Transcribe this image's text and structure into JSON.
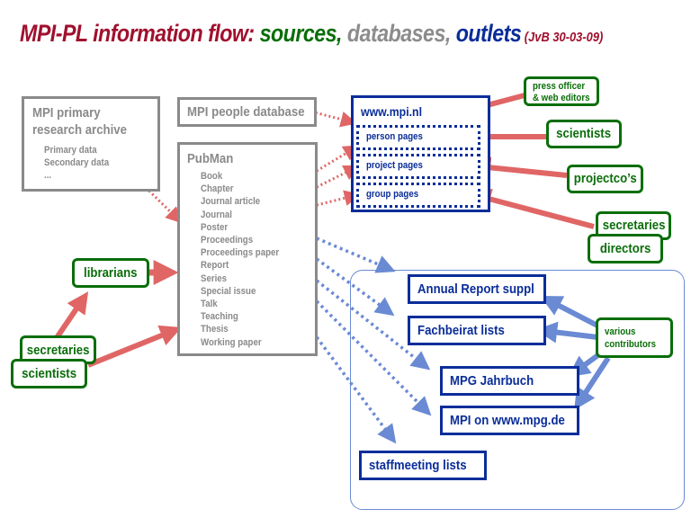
{
  "title": {
    "main": "MPI-PL information flow: ",
    "sources": "sources,",
    "databases": " databases,",
    "outlets": " outlets",
    "date": " (JvB 30-03-09)"
  },
  "colors": {
    "title_red": "#a0102e",
    "sources_green": "#0a6e0a",
    "databases_gray": "#8a8a8a",
    "outlets_blue": "#0a2d99",
    "arrow_red": "#e06666",
    "arrow_blue": "#6a8ad4"
  },
  "databases": {
    "archive": {
      "title_line1": "MPI primary",
      "title_line2": "research archive",
      "items": [
        "Primary data",
        "Secondary data",
        "..."
      ]
    },
    "people": {
      "title": "MPI people database"
    },
    "pubman": {
      "title": "PubMan",
      "items": [
        "Book",
        "Chapter",
        "Journal article",
        "Journal",
        "Poster",
        "Proceedings",
        "Proceedings paper",
        "Report",
        "Series",
        "Special issue",
        "Talk",
        "Teaching",
        "Thesis",
        "Working paper"
      ]
    }
  },
  "website": {
    "title": "www.mpi.nl",
    "pages": [
      "person pages",
      "project pages",
      "group pages"
    ]
  },
  "sources": {
    "press": {
      "line1": "press officer",
      "line2": "& web editors"
    },
    "scientists_right": "scientists",
    "projectcos": "projectco’s",
    "secretaries_right": "secretaries",
    "directors": "directors",
    "librarians": "librarians",
    "secretaries_left": "secretaries",
    "scientists_left": "scientists",
    "various": {
      "line1": "various",
      "line2": "contributors"
    }
  },
  "outlets": {
    "annual_report": "Annual Report suppl",
    "fachbeirat": "Fachbeirat lists",
    "jahrbuch": "MPG Jahrbuch",
    "mpg_de": "MPI on www.mpg.de",
    "staffmeeting": "staffmeeting lists"
  }
}
